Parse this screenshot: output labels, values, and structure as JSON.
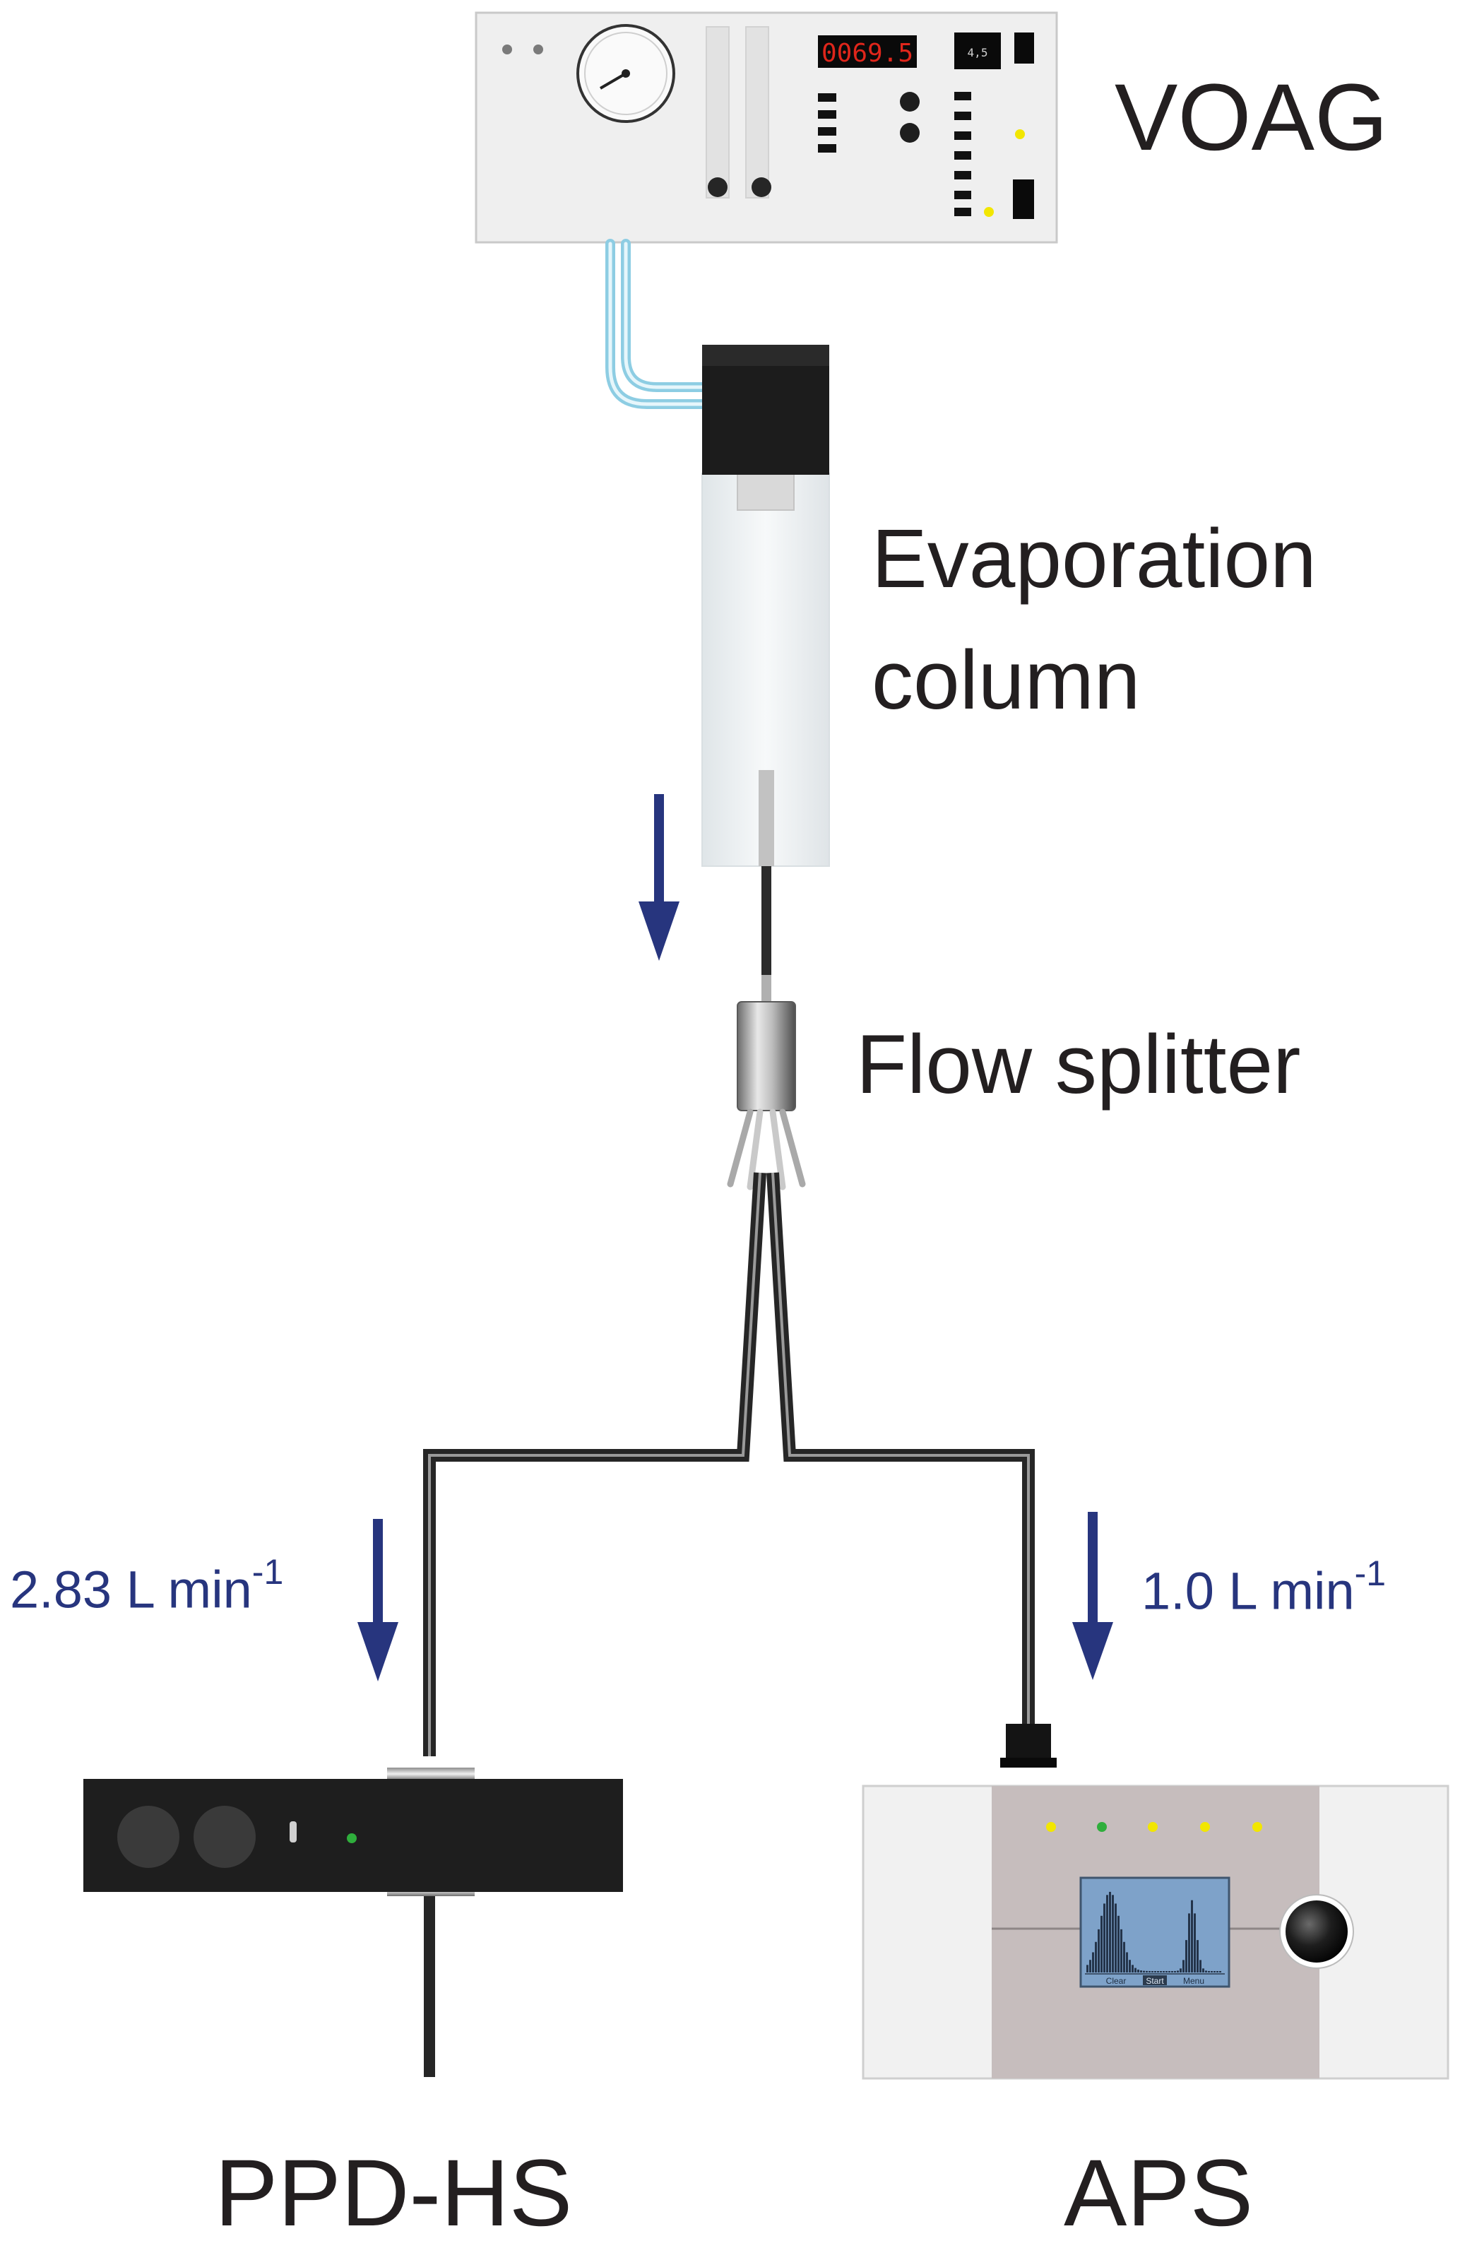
{
  "labels": {
    "voag": "VOAG",
    "evaporation_line1": "Evaporation",
    "evaporation_line2": "column",
    "flow_splitter": "Flow splitter",
    "ppd_hs": "PPD-HS",
    "aps": "APS"
  },
  "flow_rates": {
    "left_value": "2.83 L min",
    "left_exponent": "-1",
    "right_value": "1.0 L min",
    "right_exponent": "-1"
  },
  "voag_panel": {
    "frequency_display": "0069.5",
    "small_display": "4,5"
  },
  "aps_screen": {
    "buttons": [
      "Clear",
      "Start",
      "Menu"
    ]
  },
  "colors": {
    "flow_arrow": "#27357e",
    "display_digits": "#e0261b",
    "indicator_yellow": "#f2e600",
    "indicator_green": "#2fae3c",
    "tube_light_blue": "#9fd8ea"
  }
}
